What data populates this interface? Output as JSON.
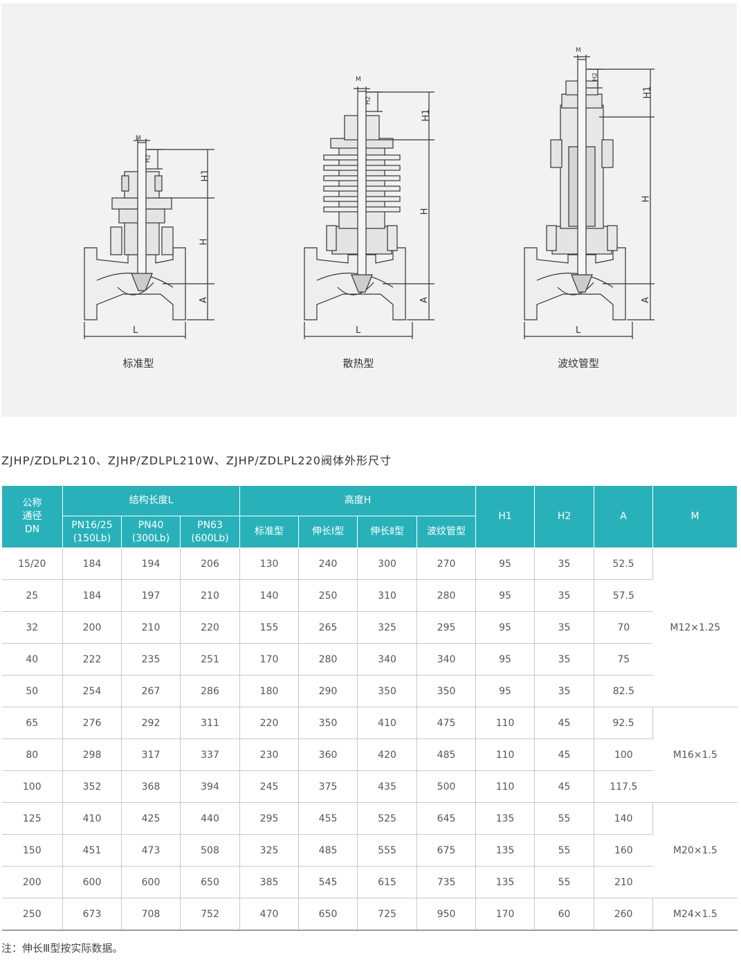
{
  "figures": [
    {
      "caption": "标准型",
      "labels": {
        "m": "M",
        "h2": "H2",
        "h1": "H1",
        "h": "H",
        "a": "A",
        "l": "L"
      }
    },
    {
      "caption": "散热型",
      "labels": {
        "m": "M",
        "h2": "H2",
        "h1": "H1",
        "h": "H",
        "a": "A",
        "l": "L"
      }
    },
    {
      "caption": "波纹管型",
      "labels": {
        "m": "M",
        "h2": "H2",
        "h1": "H1",
        "h": "H",
        "a": "A",
        "l": "L"
      }
    }
  ],
  "table_title": "ZJHP/ZDLPL210、ZJHP/ZDLPL210W、ZJHP/ZDLPL220阀体外形尺寸",
  "headers": {
    "dn": [
      "公称",
      "通径",
      "DN"
    ],
    "length_group": "结构长度L",
    "length_cols": [
      [
        "PN16/25",
        "(150Lb)"
      ],
      [
        "PN40",
        "(300Lb)"
      ],
      [
        "PN63",
        "(600Lb)"
      ]
    ],
    "height_group": "高度H",
    "height_cols": [
      "标准型",
      "伸长Ⅰ型",
      "伸长Ⅱ型",
      "波纹管型"
    ],
    "h1": "H1",
    "h2": "H2",
    "a": "A",
    "m": "M"
  },
  "rows": [
    [
      "15/20",
      "184",
      "194",
      "206",
      "130",
      "240",
      "300",
      "270",
      "95",
      "35",
      "52.5"
    ],
    [
      "25",
      "184",
      "197",
      "210",
      "140",
      "250",
      "310",
      "280",
      "95",
      "35",
      "57.5"
    ],
    [
      "32",
      "200",
      "210",
      "220",
      "155",
      "265",
      "325",
      "295",
      "95",
      "35",
      "70"
    ],
    [
      "40",
      "222",
      "235",
      "251",
      "170",
      "280",
      "340",
      "340",
      "95",
      "35",
      "75"
    ],
    [
      "50",
      "254",
      "267",
      "286",
      "180",
      "290",
      "350",
      "350",
      "95",
      "35",
      "82.5"
    ],
    [
      "65",
      "276",
      "292",
      "311",
      "220",
      "350",
      "410",
      "475",
      "110",
      "45",
      "92.5"
    ],
    [
      "80",
      "298",
      "317",
      "337",
      "230",
      "360",
      "420",
      "485",
      "110",
      "45",
      "100"
    ],
    [
      "100",
      "352",
      "368",
      "394",
      "245",
      "375",
      "435",
      "500",
      "110",
      "45",
      "117.5"
    ],
    [
      "125",
      "410",
      "425",
      "440",
      "295",
      "455",
      "525",
      "645",
      "135",
      "55",
      "140"
    ],
    [
      "150",
      "451",
      "473",
      "508",
      "325",
      "485",
      "555",
      "675",
      "135",
      "55",
      "160"
    ],
    [
      "200",
      "600",
      "600",
      "650",
      "385",
      "545",
      "615",
      "735",
      "135",
      "55",
      "210"
    ],
    [
      "250",
      "673",
      "708",
      "752",
      "470",
      "650",
      "725",
      "950",
      "170",
      "60",
      "260"
    ]
  ],
  "m_groups": [
    {
      "label": "M12×1.25",
      "rowspan": 5
    },
    {
      "label": "M16×1.5",
      "rowspan": 3
    },
    {
      "label": "M20×1.5",
      "rowspan": 3
    },
    {
      "label": "M24×1.5",
      "rowspan": 1
    }
  ],
  "note": "注：伸长Ⅲ型按实际数据。"
}
